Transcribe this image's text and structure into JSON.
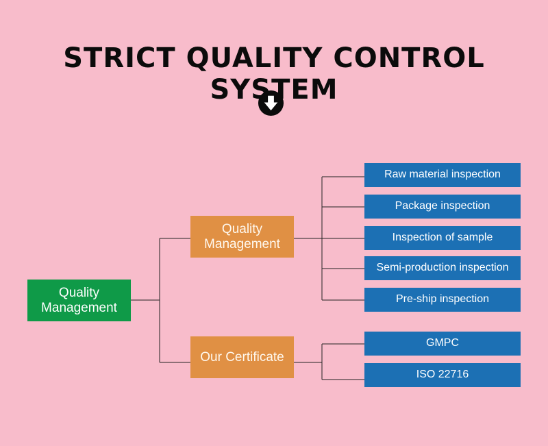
{
  "title": "STRICT QUALITY CONTROL SYSTEM",
  "icons": {
    "arrow": "arrow-down-circle-icon"
  },
  "colors": {
    "background": "#f8bccb",
    "root": "#0f9a48",
    "branch": "#e09044",
    "leaf": "#1c70b4",
    "line": "#222222"
  },
  "root": {
    "label": "Quality Management"
  },
  "branches": [
    {
      "label": "Quality Management",
      "children": [
        "Raw material inspection",
        "Package inspection",
        "Inspection of sample",
        "Semi-production inspection",
        "Pre-ship inspection"
      ]
    },
    {
      "label": "Our Certificate",
      "children": [
        "GMPC",
        "ISO 22716"
      ]
    }
  ]
}
